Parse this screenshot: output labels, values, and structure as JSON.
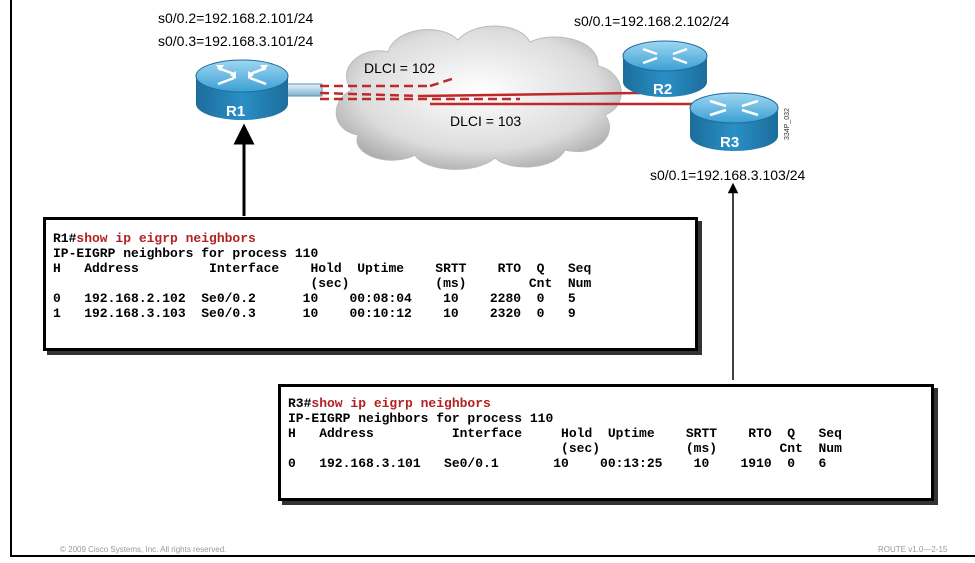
{
  "routers": {
    "r1": {
      "name": "R1",
      "line1": "s0/0.2=192.168.2.101/24",
      "line2": "s0/0.3=192.168.3.101/24"
    },
    "r2": {
      "name": "R2",
      "line1": "s0/0.1=192.168.2.102/24"
    },
    "r3": {
      "name": "R3",
      "line1": "s0/0.1=192.168.3.103/24"
    }
  },
  "dlci": {
    "a": "DLCI = 102",
    "b": "DLCI = 103"
  },
  "side_code": "334P_032",
  "terminal_r1": {
    "prompt": "R1#",
    "command": "show ip eigrp neighbors",
    "lines": [
      "IP-EIGRP neighbors for process 110",
      "H   Address         Interface    Hold  Uptime    SRTT    RTO  Q   Seq",
      "                                 (sec)           (ms)        Cnt  Num",
      "0   192.168.2.102  Se0/0.2      10    00:08:04    10    2280  0   5",
      "1   192.168.3.103  Se0/0.3      10    00:10:12    10    2320  0   9"
    ]
  },
  "terminal_r3": {
    "prompt": "R3#",
    "command": "show ip eigrp neighbors",
    "lines": [
      "IP-EIGRP neighbors for process 110",
      "H   Address          Interface     Hold  Uptime    SRTT    RTO  Q   Seq",
      "                                   (sec)           (ms)        Cnt  Num",
      "0   192.168.3.101   Se0/0.1       10    00:13:25    10    1910  0   6"
    ]
  },
  "footer": {
    "left": "© 2009 Cisco Systems, Inc. All rights reserved.",
    "right": "ROUTE v1.0—2-15"
  },
  "colors": {
    "router_body": "#2a8fc4",
    "router_top": "#7cc6ea",
    "link": "#c0292b",
    "cmd": "#b22222"
  }
}
